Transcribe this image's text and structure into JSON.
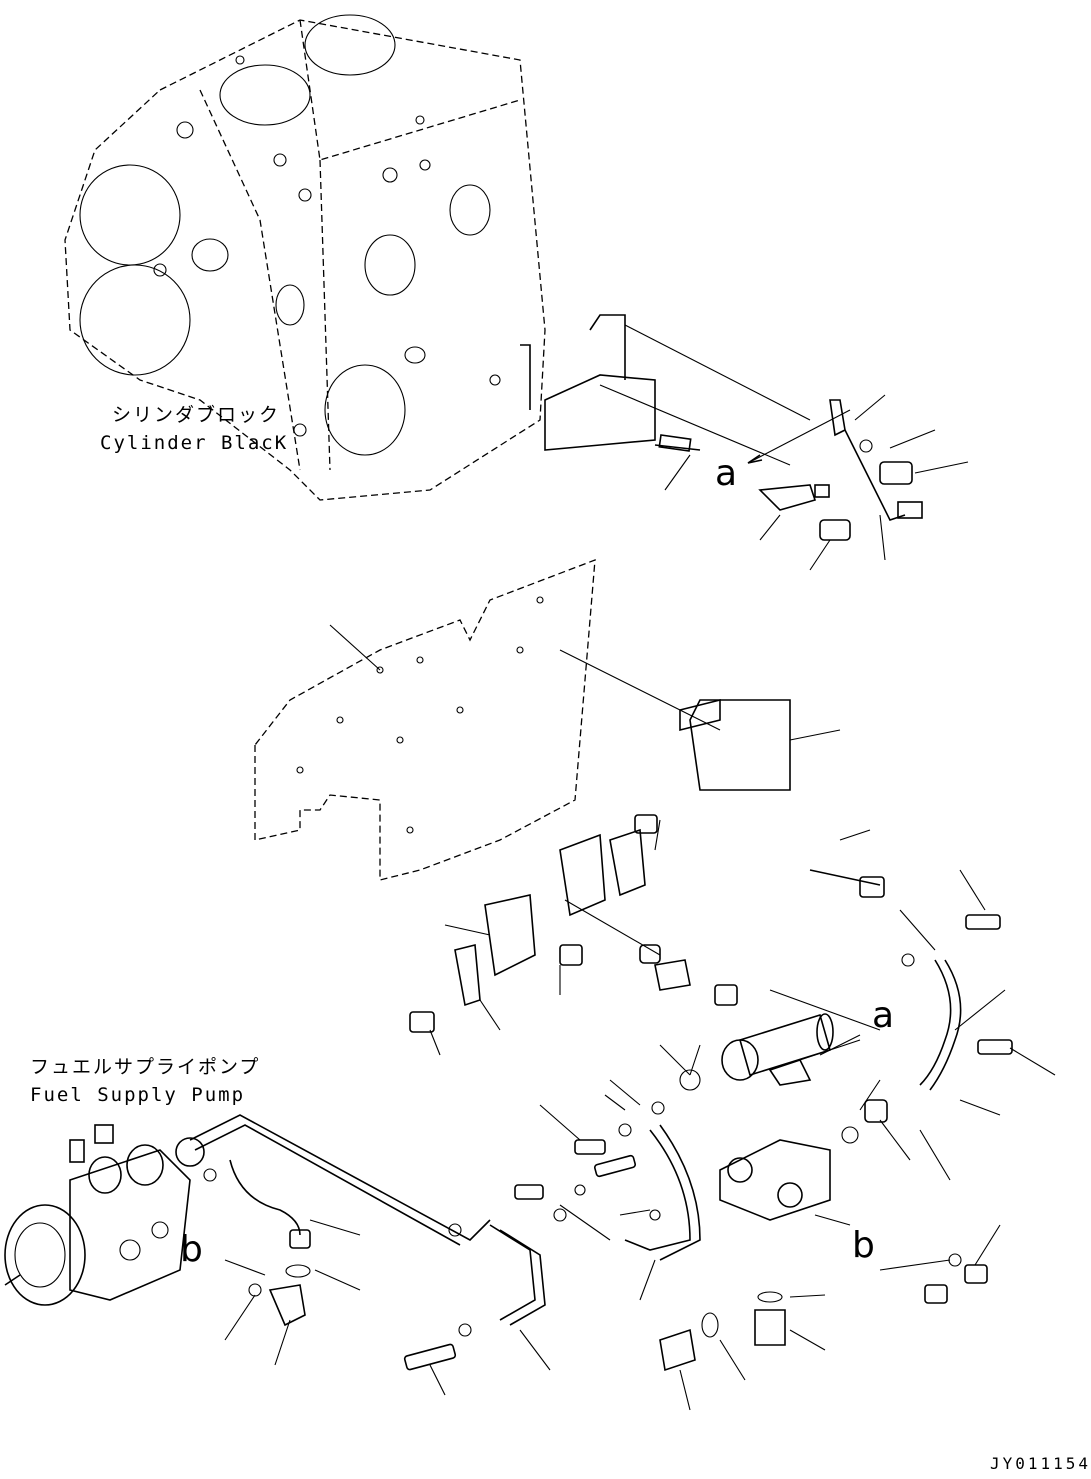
{
  "labels": {
    "cylinder_block_ja": "シリンダブロック",
    "cylinder_block_en": "Cylinder BlacK",
    "fuel_pump_ja": "フュエルサプライポンプ",
    "fuel_pump_en": "Fuel Supply Pump",
    "ref_a_top": "a",
    "ref_a_mid": "a",
    "ref_b_left": "b",
    "ref_b_right": "b",
    "drawing_code": "JY011154"
  },
  "colors": {
    "line": "#000000",
    "background": "#ffffff"
  }
}
